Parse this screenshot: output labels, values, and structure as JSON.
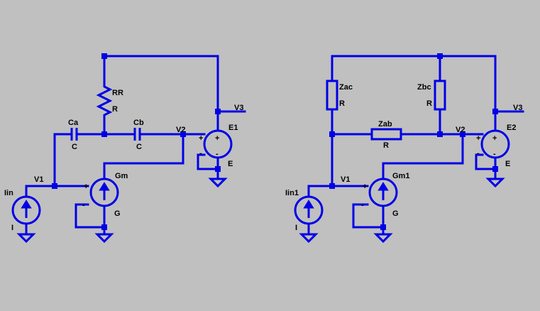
{
  "left": {
    "labels": {
      "RR": "RR",
      "RR_val": "R",
      "Ca": "Ca",
      "Ca_val": "C",
      "Cb": "Cb",
      "Cb_val": "C",
      "V1": "V1",
      "V2": "V2",
      "V3": "V3",
      "E1": "E1",
      "E1_val": "E",
      "Gm": "Gm",
      "Gm_val": "G",
      "Iin": "Iin",
      "Iin_val": "I"
    }
  },
  "right": {
    "labels": {
      "Zac": "Zac",
      "Zac_val": "R",
      "Zbc": "Zbc",
      "Zbc_val": "R",
      "Zab": "Zab",
      "Zab_val": "R",
      "V1": "V1",
      "V2": "V2",
      "V3": "V3",
      "E2": "E2",
      "E2_val": "E",
      "Gm1": "Gm1",
      "Gm1_val": "G",
      "Iin1": "Iin1",
      "Iin1_val": "I"
    }
  },
  "colors": {
    "background": "#c0c0c0",
    "wire": "#0000e6",
    "text": "#000000"
  }
}
